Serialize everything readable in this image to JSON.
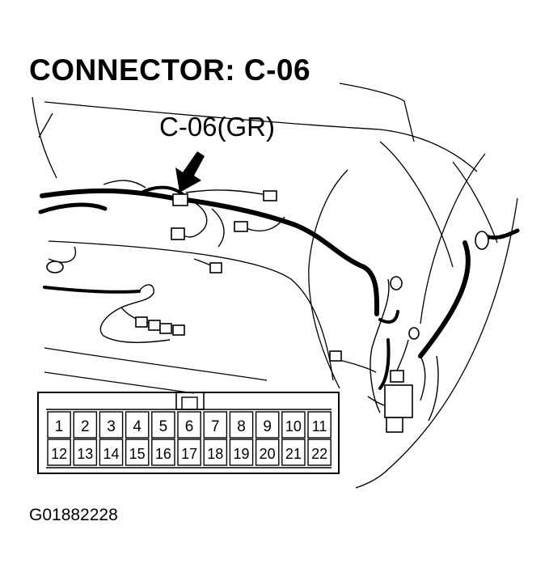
{
  "title": "CONNECTOR: C-06",
  "callout_label": "C-06(GR)",
  "figure_id": "G01882228",
  "connector": {
    "row1": [
      "1",
      "2",
      "3",
      "4",
      "5",
      "6",
      "7",
      "8",
      "9",
      "10",
      "11"
    ],
    "row2": [
      "12",
      "13",
      "14",
      "15",
      "16",
      "17",
      "18",
      "19",
      "20",
      "21",
      "22"
    ]
  }
}
